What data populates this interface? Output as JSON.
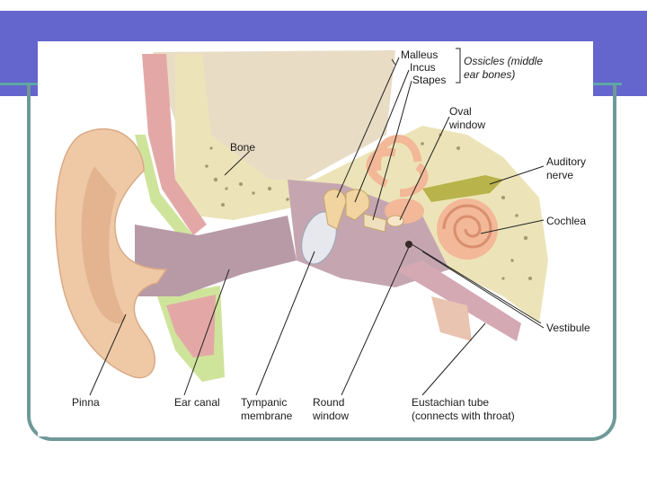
{
  "colors": {
    "header_band": "#6465cd",
    "frame_border": "#6f9998",
    "accent_line": "#5ea7a6",
    "skin": "#efc9a6",
    "bone": "#ece4b8",
    "cartilage": "#e3a8a6",
    "tissue_green": "#cfe49b",
    "canal_mauve": "#b89aa6",
    "ossicle": "#f1d49f"
  },
  "diagram": {
    "labels": {
      "malleus": "Malleus",
      "incus": "Incus",
      "stapes": "Stapes",
      "ossicles_line1": "Ossicles (middle",
      "ossicles_line2": "ear bones)",
      "oval_window_line1": "Oval",
      "oval_window_line2": "window",
      "bone": "Bone",
      "auditory_nerve_line1": "Auditory",
      "auditory_nerve_line2": "nerve",
      "cochlea": "Cochlea",
      "vestibule": "Vestibule",
      "pinna": "Pinna",
      "ear_canal": "Ear canal",
      "tympanic_membrane_line1": "Tympanic",
      "tympanic_membrane_line2": "membrane",
      "round_window_line1": "Round",
      "round_window_line2": "window",
      "eustachian_tube_line1": "Eustachian tube",
      "eustachian_tube_line2": "(connects with throat)"
    }
  }
}
